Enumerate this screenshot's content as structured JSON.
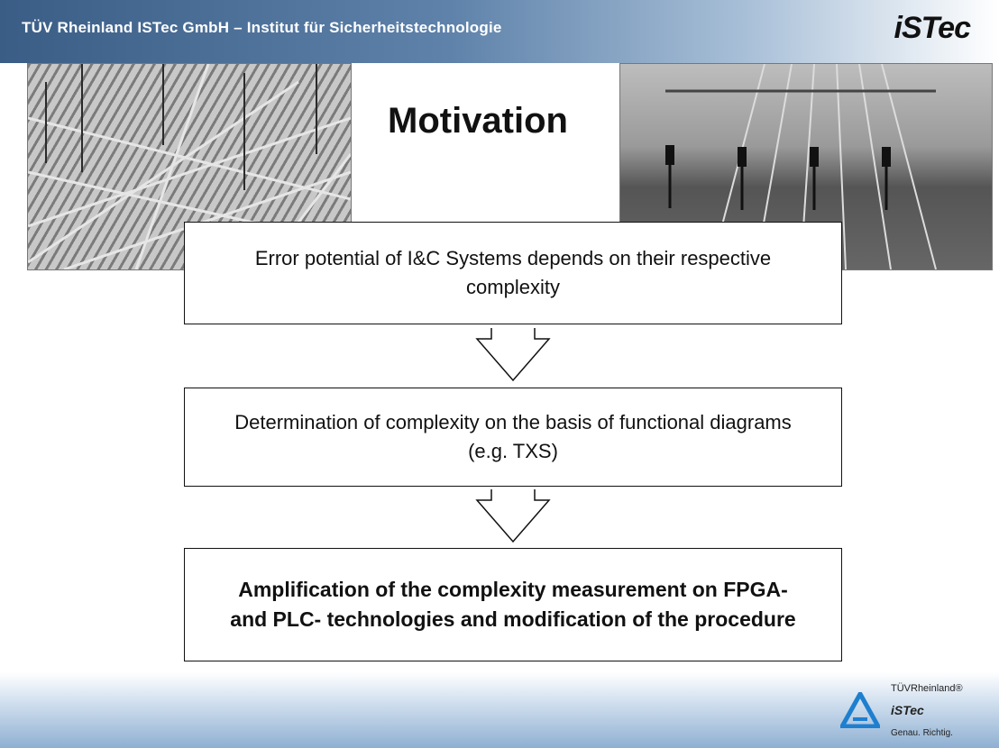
{
  "header": {
    "title": "TÜV Rheinland ISTec GmbH – Institut für Sicherheitstechnologie",
    "logo": "iSTec"
  },
  "slide": {
    "title": "Motivation",
    "boxes": [
      "Error potential of I&C Systems depends on their respective complexity",
      "Determination of complexity on the basis of functional diagrams (e.g. TXS)",
      "Amplification of the complexity measurement on FPGA-  and PLC- technologies and modification of the procedure"
    ]
  },
  "footer": {
    "brand": "TÜVRheinland®",
    "istec": "iSTec",
    "slogan": "Genau. Richtig."
  },
  "colors": {
    "header_dark": "#3a5d86",
    "footer_blue": "#8fb0d2",
    "logo_triangle": "#1f7fcf"
  }
}
